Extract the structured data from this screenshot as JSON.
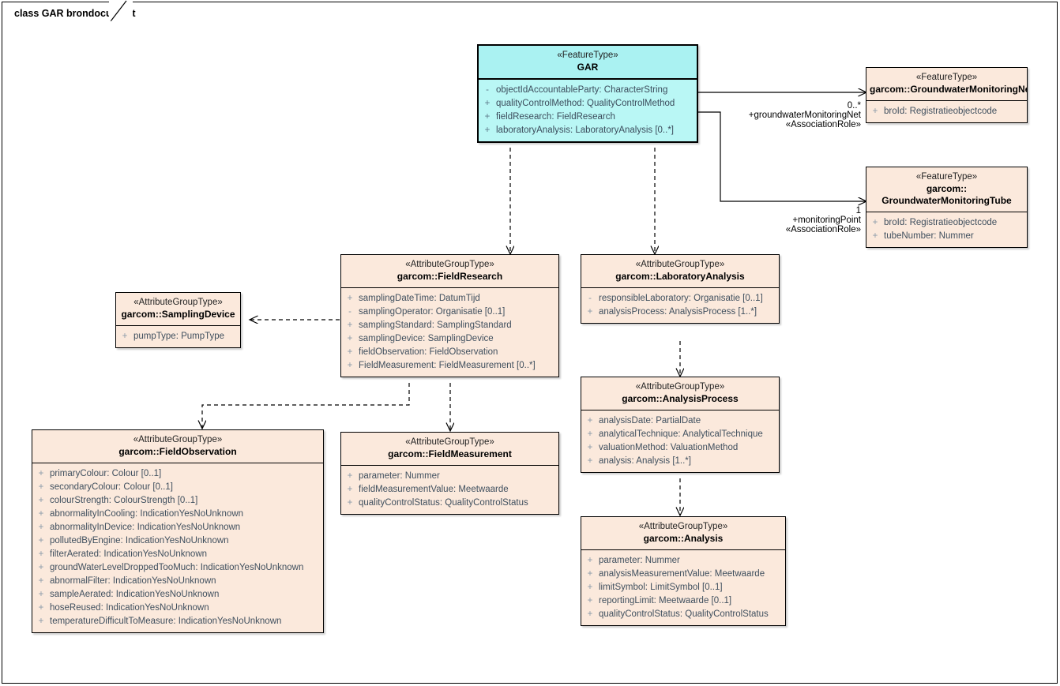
{
  "diagram": {
    "title": "class GAR brondocument",
    "colors": {
      "feature_fill": "#fbe9dc",
      "gar_fill": "#b2f5f3",
      "border": "#000000",
      "attribute_text": "#3f4f5e",
      "visibility_text": "#8a9aa8"
    }
  },
  "nodes": {
    "gar": {
      "stereotype": "«FeatureType»",
      "name": "GAR",
      "attributes": [
        {
          "vis": "-",
          "text": "objectIdAccountableParty: CharacterString"
        },
        {
          "vis": "+",
          "text": "qualityControlMethod: QualityControlMethod"
        },
        {
          "vis": "+",
          "text": "fieldResearch: FieldResearch"
        },
        {
          "vis": "+",
          "text": "laboratoryAnalysis: LaboratoryAnalysis [0..*]"
        }
      ]
    },
    "groundwater_monitoring_net": {
      "stereotype": "«FeatureType»",
      "name": "garcom::GroundwaterMonitoringNet",
      "attributes": [
        {
          "vis": "+",
          "text": "broId: Registratieobjectcode"
        }
      ]
    },
    "groundwater_monitoring_tube": {
      "stereotype": "«FeatureType»",
      "name_line1": "garcom::",
      "name_line2": "GroundwaterMonitoringTube",
      "attributes": [
        {
          "vis": "+",
          "text": "broId: Registratieobjectcode"
        },
        {
          "vis": "+",
          "text": "tubeNumber: Nummer"
        }
      ]
    },
    "field_research": {
      "stereotype": "«AttributeGroupType»",
      "name": "garcom::FieldResearch",
      "attributes": [
        {
          "vis": "+",
          "text": "samplingDateTime: DatumTijd"
        },
        {
          "vis": "-",
          "text": "samplingOperator: Organisatie [0..1]"
        },
        {
          "vis": "+",
          "text": "samplingStandard: SamplingStandard"
        },
        {
          "vis": "+",
          "text": "samplingDevice: SamplingDevice"
        },
        {
          "vis": "+",
          "text": "fieldObservation: FieldObservation"
        },
        {
          "vis": "+",
          "text": "FieldMeasurement: FieldMeasurement [0..*]"
        }
      ]
    },
    "laboratory_analysis": {
      "stereotype": "«AttributeGroupType»",
      "name": "garcom::LaboratoryAnalysis",
      "attributes": [
        {
          "vis": "-",
          "text": "responsibleLaboratory: Organisatie [0..1]"
        },
        {
          "vis": "+",
          "text": "analysisProcess: AnalysisProcess [1..*]"
        }
      ]
    },
    "sampling_device": {
      "stereotype": "«AttributeGroupType»",
      "name": "garcom::SamplingDevice",
      "attributes": [
        {
          "vis": "+",
          "text": "pumpType: PumpType"
        }
      ]
    },
    "analysis_process": {
      "stereotype": "«AttributeGroupType»",
      "name": "garcom::AnalysisProcess",
      "attributes": [
        {
          "vis": "+",
          "text": "analysisDate: PartialDate"
        },
        {
          "vis": "+",
          "text": "analyticalTechnique: AnalyticalTechnique"
        },
        {
          "vis": "+",
          "text": "valuationMethod: ValuationMethod"
        },
        {
          "vis": "+",
          "text": "analysis: Analysis [1..*]"
        }
      ]
    },
    "analysis": {
      "stereotype": "«AttributeGroupType»",
      "name": "garcom::Analysis",
      "attributes": [
        {
          "vis": "+",
          "text": "parameter: Nummer"
        },
        {
          "vis": "+",
          "text": "analysisMeasurementValue: Meetwaarde"
        },
        {
          "vis": "+",
          "text": "limitSymbol: LimitSymbol [0..1]"
        },
        {
          "vis": "+",
          "text": "reportingLimit: Meetwaarde [0..1]"
        },
        {
          "vis": "+",
          "text": "qualityControlStatus: QualityControlStatus"
        }
      ]
    },
    "field_observation": {
      "stereotype": "«AttributeGroupType»",
      "name": "garcom::FieldObservation",
      "attributes": [
        {
          "vis": "+",
          "text": "primaryColour: Colour [0..1]"
        },
        {
          "vis": "+",
          "text": "secondaryColour: Colour [0..1]"
        },
        {
          "vis": "+",
          "text": "colourStrength: ColourStrength [0..1]"
        },
        {
          "vis": "+",
          "text": "abnormalityInCooling: IndicationYesNoUnknown"
        },
        {
          "vis": "+",
          "text": "abnormalityInDevice: IndicationYesNoUnknown"
        },
        {
          "vis": "+",
          "text": "pollutedByEngine: IndicationYesNoUnknown"
        },
        {
          "vis": "+",
          "text": "filterAerated: IndicationYesNoUnknown"
        },
        {
          "vis": "+",
          "text": "groundWaterLevelDroppedTooMuch: IndicationYesNoUnknown"
        },
        {
          "vis": "+",
          "text": "abnormalFilter: IndicationYesNoUnknown"
        },
        {
          "vis": "+",
          "text": "sampleAerated: IndicationYesNoUnknown"
        },
        {
          "vis": "+",
          "text": "hoseReused: IndicationYesNoUnknown"
        },
        {
          "vis": "+",
          "text": "temperatureDifficultToMeasure: IndicationYesNoUnknown"
        }
      ]
    },
    "field_measurement": {
      "stereotype": "«AttributeGroupType»",
      "name": "garcom::FieldMeasurement",
      "attributes": [
        {
          "vis": "+",
          "text": "parameter: Nummer"
        },
        {
          "vis": "+",
          "text": "fieldMeasurementValue: Meetwaarde"
        },
        {
          "vis": "+",
          "text": "qualityControlStatus: QualityControlStatus"
        }
      ]
    }
  },
  "edges": {
    "gar_to_net": {
      "multiplicity": "0..*",
      "role": "+groundwaterMonitoringNet",
      "stereotype": "«AssociationRole»"
    },
    "gar_to_tube": {
      "multiplicity": "1",
      "role": "+monitoringPoint",
      "stereotype": "«AssociationRole»"
    }
  }
}
